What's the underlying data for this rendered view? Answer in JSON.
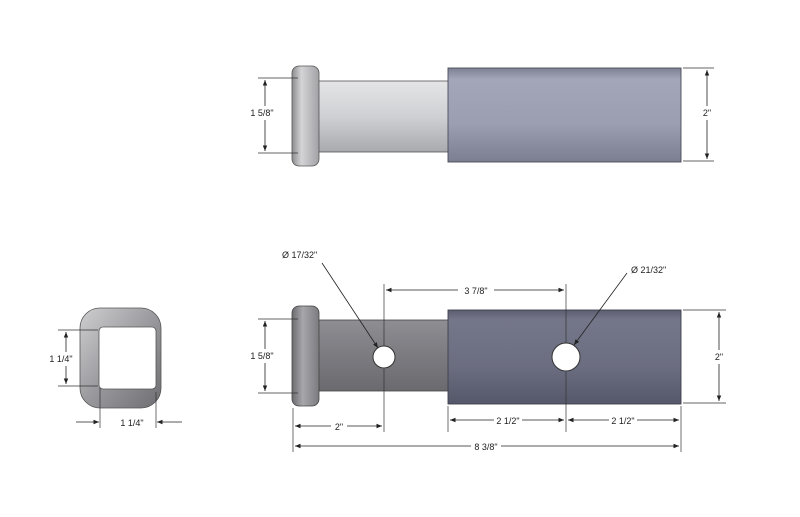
{
  "drawing": {
    "top_view": {
      "collar_height": "1 5/8\"",
      "tube_height": "2\""
    },
    "end_view": {
      "height": "1 1/4\"",
      "width": "1 1/4\""
    },
    "side_view": {
      "small_hole_diameter": "Ø 17/32\"",
      "large_hole_diameter": "Ø 21/32\"",
      "hole_spacing": "3 7/8\"",
      "collar_height": "1 5/8\"",
      "tube_height": "2\"",
      "collar_to_hole": "2\"",
      "tube_start_to_hole": "2 1/2\"",
      "hole_to_end": "2 1/2\"",
      "overall_length": "8 3/8\""
    }
  },
  "colors": {
    "shank": "#c9cacd",
    "tube": "#9a9db0",
    "side_shank": "#7d7d82",
    "side_tube": "#6b6e80",
    "line": "#222222"
  }
}
